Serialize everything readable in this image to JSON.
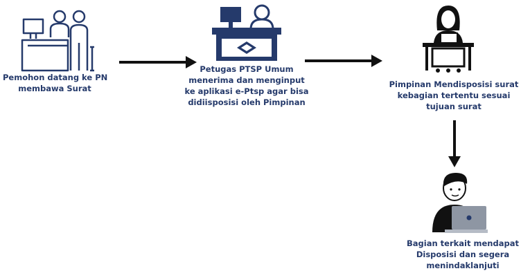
{
  "palette": {
    "accent": "#253a6b",
    "line": "#111111",
    "desk_light": "#f4f4f4"
  },
  "steps": [
    {
      "id": "step1",
      "icon": "reception-desk-icon",
      "lines": [
        "Pemohon datang ke PN",
        "membawa Surat"
      ]
    },
    {
      "id": "step2",
      "icon": "ptsp-officer-desk-icon",
      "lines": [
        "Petugas PTSP Umum",
        "menerima dan menginput",
        "ke aplikasi e-Ptsp agar bisa",
        "didiisposisi oleh  Pimpinan"
      ]
    },
    {
      "id": "step3",
      "icon": "leader-at-desk-icon",
      "lines": [
        "Pimpinan Mendisposisi surat",
        "kebagian tertentu sesuai",
        "tujuan surat"
      ]
    },
    {
      "id": "step4",
      "icon": "staff-with-laptop-icon",
      "lines": [
        "Bagian terkait mendapat",
        "Disposisi dan segera",
        "menindaklanjuti"
      ]
    }
  ]
}
